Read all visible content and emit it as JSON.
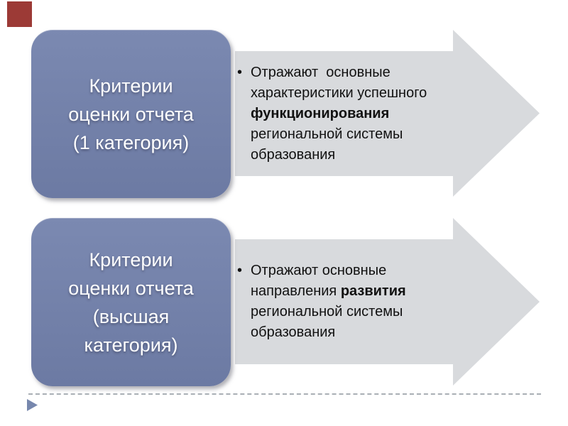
{
  "slide": {
    "colors": {
      "background": "#FFFFFF",
      "accent_square": "#9C3A36",
      "box_fill_top": "#7B89B1",
      "box_fill_bottom": "#6C7AA3",
      "box_text": "#FFFFFF",
      "arrow_fill": "#D8DADD",
      "arrow_text": "#111111",
      "footer_line": "#A9AFB5",
      "footer_triangle": "#7787AD"
    },
    "items": [
      {
        "box_label": "Критерии\nоценки отчета\n(1 категория)",
        "bullet_char": "•",
        "desc_before": "Отражают  основные характеристики успешного ",
        "desc_bold": "функционирования",
        "desc_after": " региональной системы образования"
      },
      {
        "box_label": "Критерии\nоценки отчета\n(высшая\nкатегория)",
        "bullet_char": "•",
        "desc_before": "Отражают основные направления ",
        "desc_bold": "развития",
        "desc_after": " региональной системы образования"
      }
    ]
  }
}
